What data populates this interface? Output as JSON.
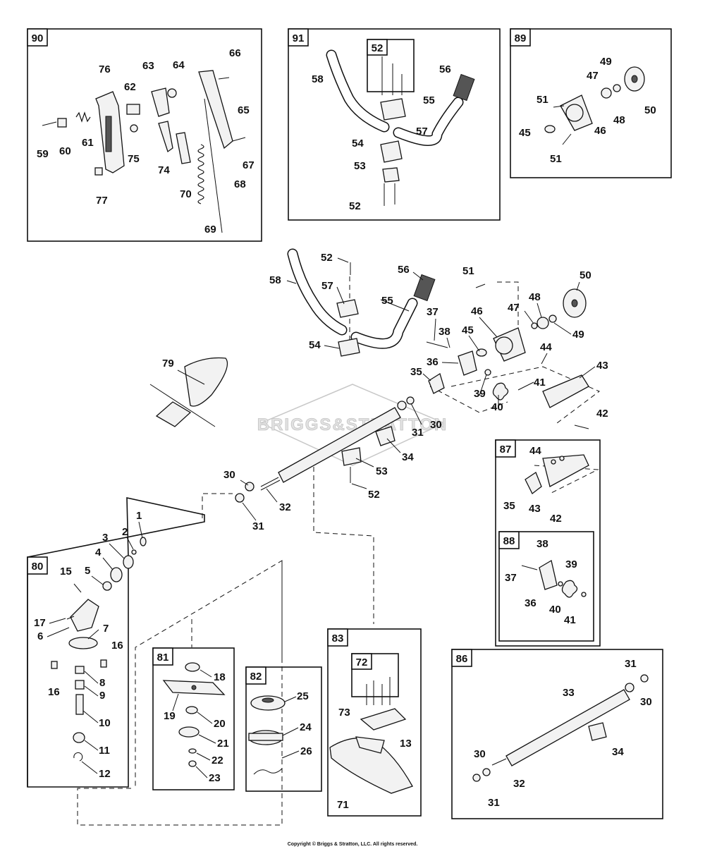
{
  "watermark": "BRIGGS&STRATTON",
  "copyright": "Copyright © Briggs & Stratton, LLC. All rights reserved.",
  "groups": [
    "90",
    "91",
    "89",
    "87",
    "88",
    "80",
    "81",
    "82",
    "83",
    "72",
    "86",
    "52"
  ],
  "callouts": [
    "1",
    "2",
    "3",
    "4",
    "5",
    "6",
    "7",
    "8",
    "9",
    "10",
    "11",
    "12",
    "13",
    "15",
    "16",
    "17",
    "18",
    "19",
    "20",
    "21",
    "22",
    "23",
    "24",
    "25",
    "26",
    "30",
    "31",
    "32",
    "33",
    "34",
    "35",
    "36",
    "37",
    "38",
    "39",
    "40",
    "41",
    "42",
    "43",
    "44",
    "45",
    "46",
    "47",
    "48",
    "49",
    "50",
    "51",
    "52",
    "53",
    "54",
    "55",
    "56",
    "57",
    "58",
    "59",
    "60",
    "61",
    "62",
    "63",
    "64",
    "65",
    "66",
    "67",
    "68",
    "69",
    "70",
    "71",
    "73",
    "74",
    "75",
    "76",
    "77",
    "79"
  ]
}
